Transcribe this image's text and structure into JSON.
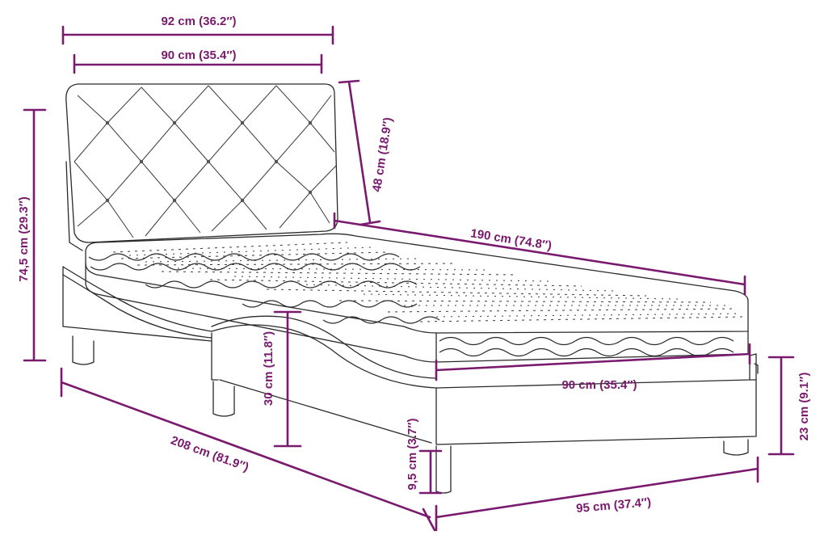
{
  "colors": {
    "dimension": "#7a1a6e",
    "outline": "#2a2a2a"
  },
  "dimensions": {
    "total_width": "92 cm (36.2″)",
    "headboard_width": "90 cm (35.4″)",
    "headboard_height": "48 cm (18.9″)",
    "total_height": "74,5 cm (29.3″)",
    "mattress_length": "190 cm (74.8″)",
    "mattress_width": "90 cm (35.4″)",
    "bed_base_height": "30 cm (11.8″)",
    "frame_height": "23 cm (9.1″)",
    "total_length": "208 cm (81.9″)",
    "leg_height": "9,5 cm (3.7″)",
    "frame_width": "95 cm (37.4″)"
  }
}
